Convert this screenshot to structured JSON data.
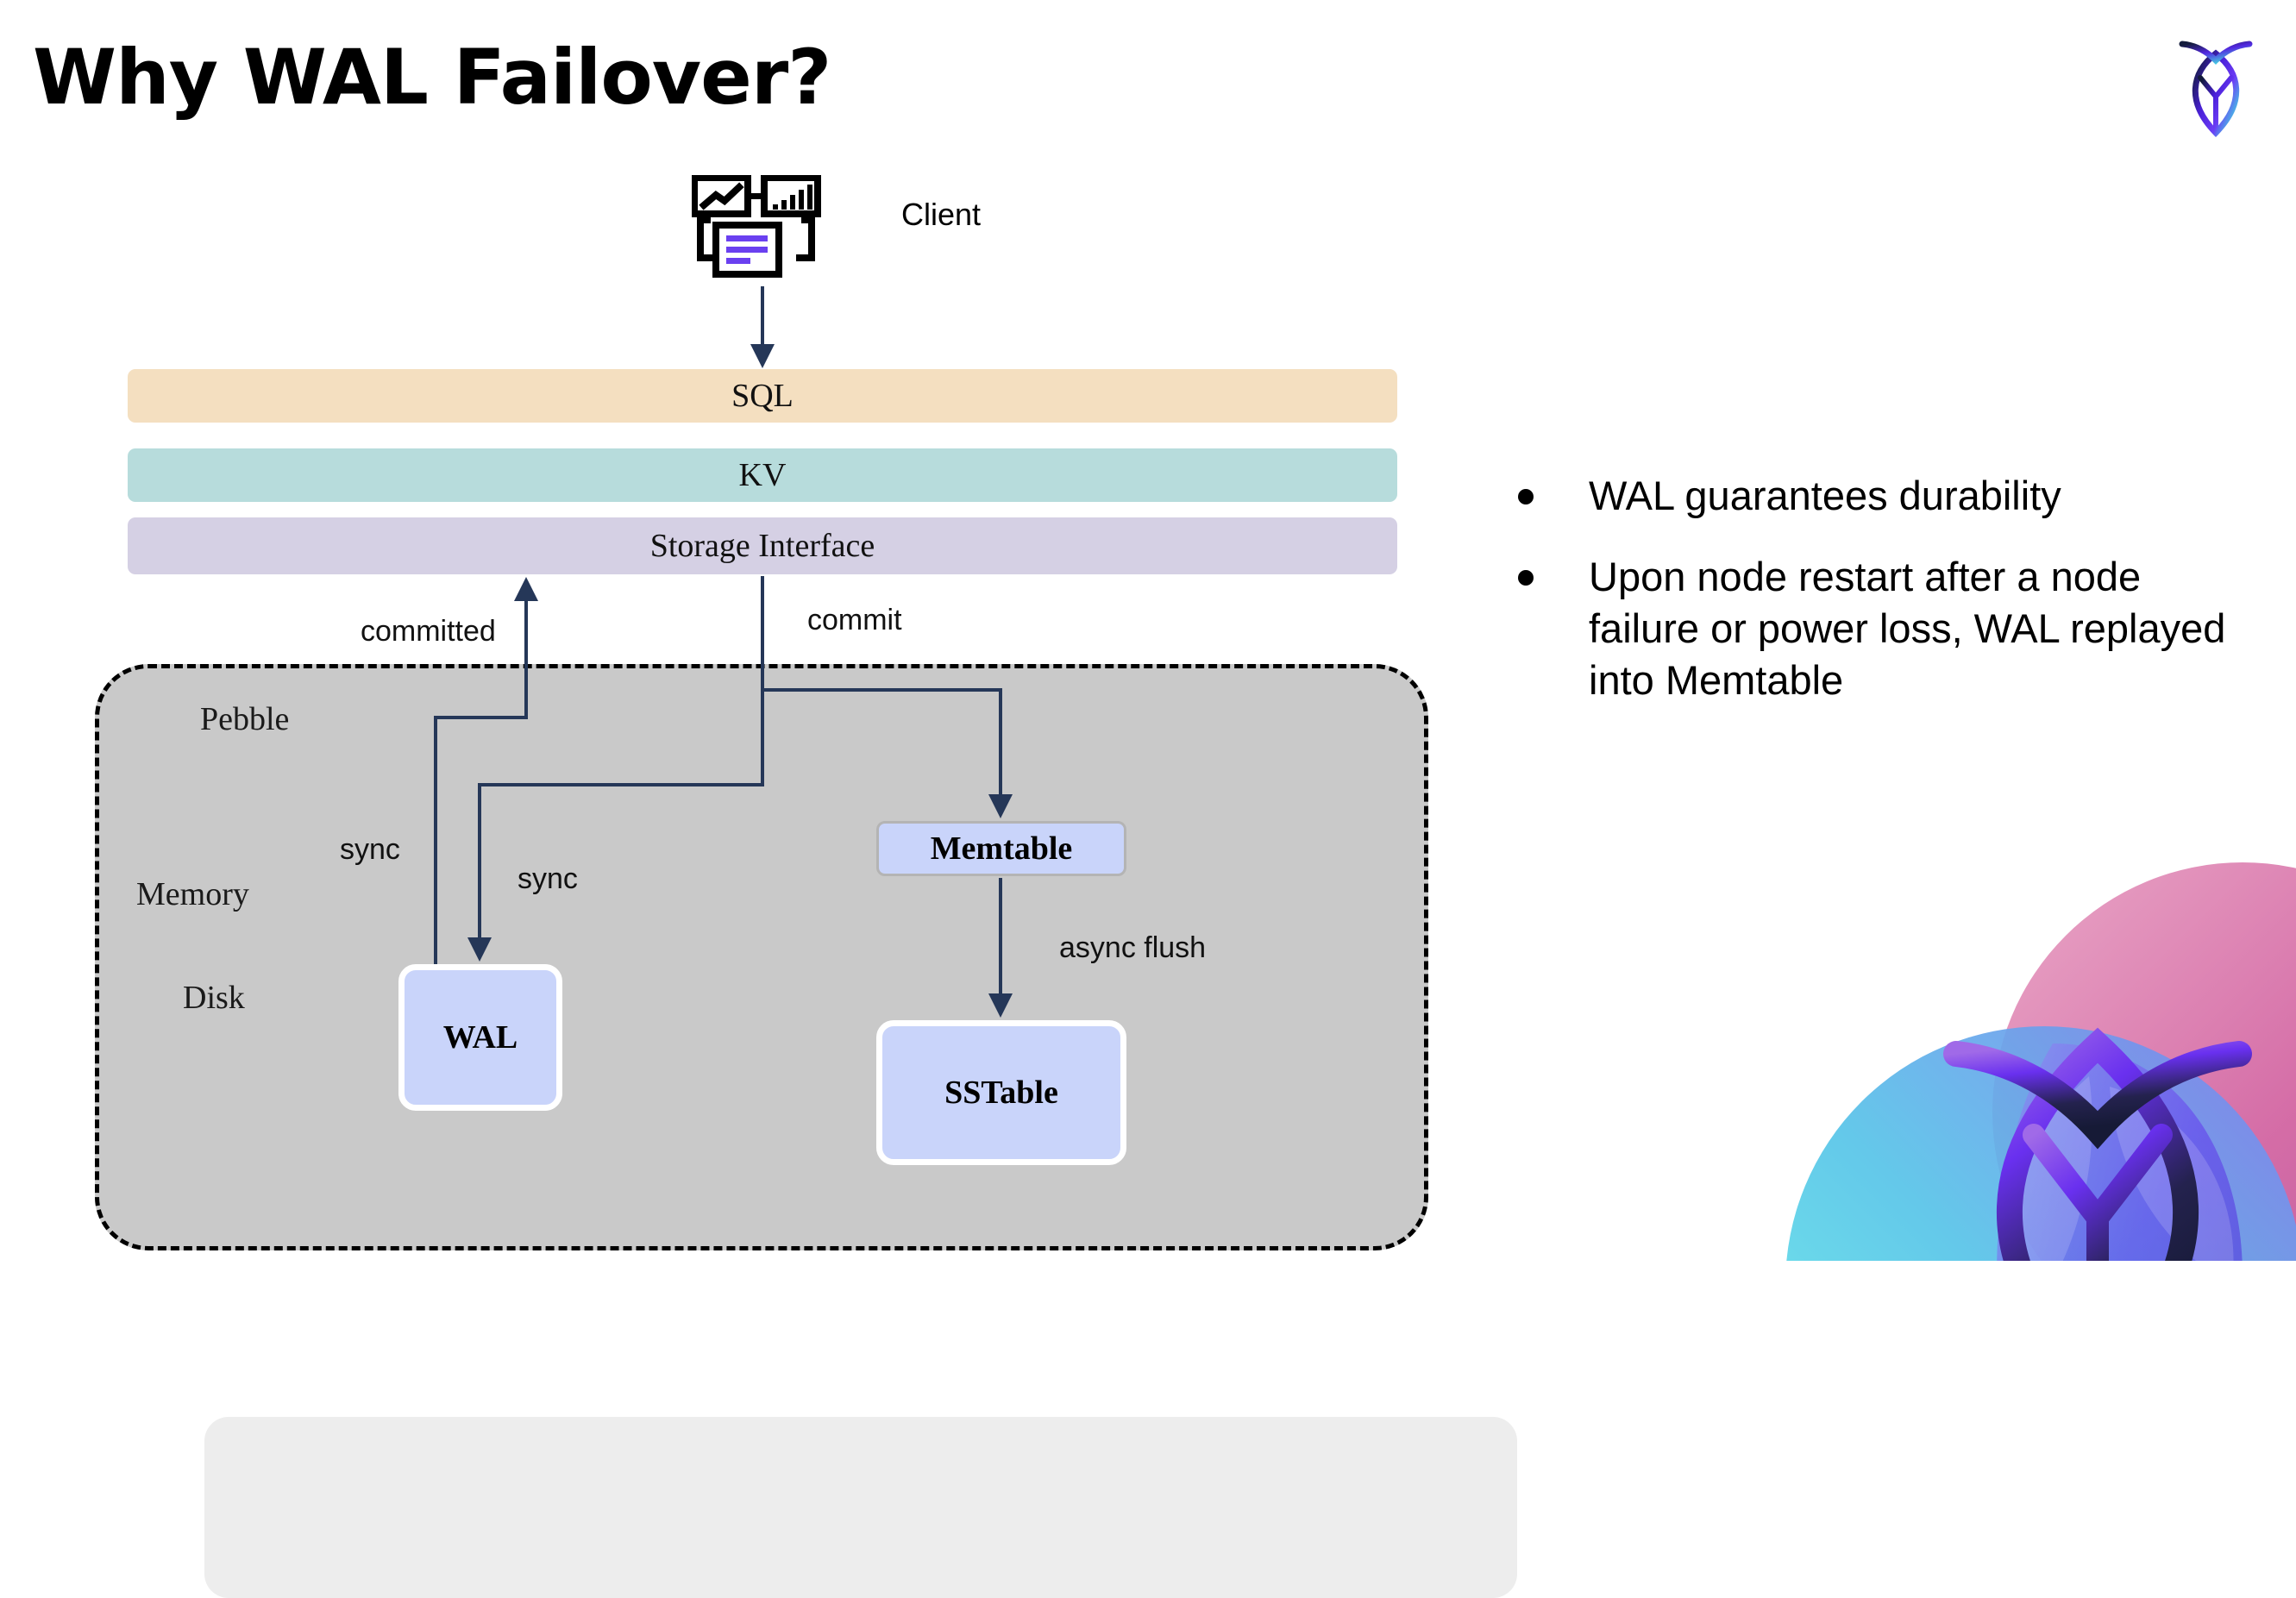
{
  "slide": {
    "title": "Why WAL Failover?"
  },
  "brand": {
    "logo_icon": "cockroach-leaf-logo-icon",
    "decor_icon": "cockroach-leaf-decoration-icon",
    "colors": {
      "logo_dark": "#121a3a",
      "logo_purple": "#5a29e4",
      "logo_cyan": "#3ce5e0",
      "decor_pink": "#d6619f",
      "decor_violet": "#6f3cf0",
      "decor_aqua": "#5fe9e2"
    }
  },
  "diagram": {
    "client": {
      "label": "Client",
      "icon": "client-dashboard-icon"
    },
    "layers": [
      {
        "id": "sql",
        "label": "SQL",
        "color": "#f4dfc0"
      },
      {
        "id": "kv",
        "label": "KV",
        "color": "#b7dcdc"
      },
      {
        "id": "storage-interface",
        "label": "Storage Interface",
        "color": "#d5d0e4"
      }
    ],
    "container": {
      "label": "Pebble",
      "fill": "#c9c9c9",
      "border": "dashed"
    },
    "regions": [
      {
        "id": "memory",
        "label": "Memory",
        "fill": "#ededed"
      },
      {
        "id": "disk",
        "label": "Disk",
        "fill": "#c9c9c9"
      }
    ],
    "nodes": [
      {
        "id": "memtable",
        "label": "Memtable",
        "fill": "#c9d4fa",
        "border": "#b4b4b4"
      },
      {
        "id": "wal",
        "label": "WAL",
        "fill": "#c9d4fa",
        "border": "#ffffff"
      },
      {
        "id": "sstable",
        "label": "SSTable",
        "fill": "#c9d4fa",
        "border": "#ffffff"
      }
    ],
    "edges": [
      {
        "id": "committed",
        "label": "committed"
      },
      {
        "id": "commit",
        "label": "commit"
      },
      {
        "id": "sync-1",
        "label": "sync"
      },
      {
        "id": "sync-2",
        "label": "sync"
      },
      {
        "id": "async-flush",
        "label": "async flush"
      }
    ],
    "arrow_color": "#253758"
  },
  "bullets": [
    "WAL guarantees durability",
    "Upon node restart after a node failure or power loss, WAL replayed into Memtable"
  ]
}
